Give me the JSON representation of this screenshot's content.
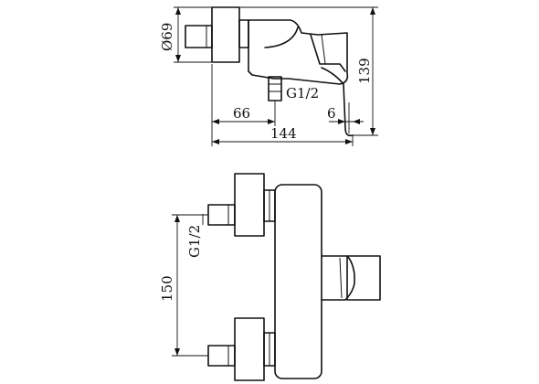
{
  "diagram": {
    "side_view": {
      "labels": {
        "diameter": "Ø69",
        "thread": "G1/2",
        "offset": "66",
        "gap": "6",
        "length": "144",
        "height": "139"
      }
    },
    "front_view": {
      "labels": {
        "thread": "G1/2",
        "spacing": "150"
      }
    },
    "colors": {
      "line": "#111111",
      "background": "#ffffff"
    }
  }
}
